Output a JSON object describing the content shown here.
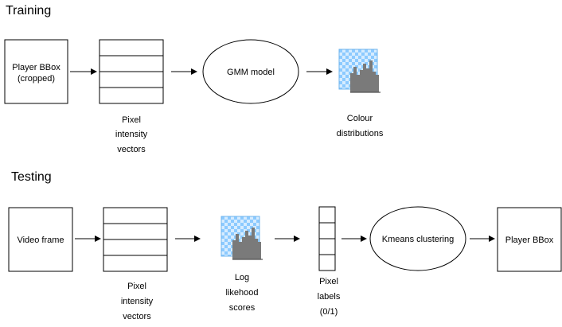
{
  "training": {
    "title": "Training",
    "input_box": [
      "Player BBox",
      "(cropped)"
    ],
    "vectors_caption": [
      "Pixel",
      "intensity",
      "vectors"
    ],
    "model_label": "GMM model",
    "output_caption": [
      "Colour",
      "distributions"
    ]
  },
  "testing": {
    "title": "Testing",
    "input_box": "Video frame",
    "vectors_caption": [
      "Pixel",
      "intensity",
      "vectors"
    ],
    "scores_caption": [
      "Log",
      "likehood",
      "scores"
    ],
    "labels_caption": [
      "Pixel",
      "labels",
      "(0/1)"
    ],
    "cluster_label": "Kmeans clustering",
    "output_box": "Player BBox"
  },
  "icons": {
    "histogram": "histogram-icon",
    "arrow": "arrow-right-icon"
  },
  "colors": {
    "icon_checker_light": "#d6ecff",
    "icon_checker_dark": "#7cc1ff",
    "icon_bars": "#7a7a7a"
  }
}
